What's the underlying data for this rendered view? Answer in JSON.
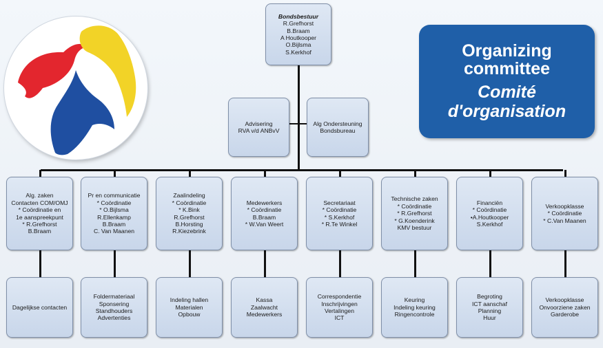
{
  "logo": {
    "name": "three-birds-logo",
    "colors": [
      "#e3262e",
      "#f2d327",
      "#1f4fa1"
    ]
  },
  "committee": {
    "en_line1": "Organizing",
    "en_line2": "committee",
    "fr_line1": "Comité",
    "fr_line2": "d'organisation",
    "color": "#1f5fa8"
  },
  "board": {
    "title": "Bondsbestuur",
    "members": [
      "R.Grefhorst",
      "B.Braam",
      "A Houtkooper",
      "O.Bijlsma",
      "S.Kerkhof"
    ]
  },
  "advice": {
    "lines": [
      "Advisering",
      "RVA v/d ANBvV"
    ]
  },
  "support": {
    "lines": [
      "Alg Ondersteuning",
      "Bondsbureau"
    ]
  },
  "departments": [
    {
      "lines": [
        "Alg. zaken",
        "Contacten COM/OMJ",
        "* Coördinatie en",
        "1e aanspreekpunt",
        "* R.Grefhorst",
        "B.Braam"
      ]
    },
    {
      "lines": [
        "Pr en communicatie",
        "* Coördinatie",
        "* O.Bijlsma",
        "R.Ellenkamp",
        "B.Braam",
        "C. Van Maanen"
      ]
    },
    {
      "lines": [
        "Zaalindeling",
        "* Coördinatie",
        "* K.Bink",
        "R.Grefhorst",
        "B.Horsting",
        "R.Kiezebrink"
      ]
    },
    {
      "lines": [
        "Medewerkers",
        "* Coördinatie",
        "B.Braam",
        "* W.Van Weert"
      ]
    },
    {
      "lines": [
        "Secretariaat",
        "* Coördinatie",
        "* S.Kerkhof",
        "* R.Te Winkel"
      ]
    },
    {
      "lines": [
        "Technische zaken",
        "* Coördinatie",
        "* R.Grefhorst",
        "* G.Koenderink",
        "KMV bestuur"
      ]
    },
    {
      "lines": [
        "Financiën",
        "* Coördinatie",
        "•A.Houtkooper",
        "S.Kerkhof"
      ]
    },
    {
      "lines": [
        "Verkoopklasse",
        "* Coördinatie",
        "* C.Van Maanen"
      ]
    }
  ],
  "tasks": [
    {
      "lines": [
        "Dagelijkse contacten"
      ]
    },
    {
      "lines": [
        "Foldermateriaal",
        "Sponsering",
        "Standhouders",
        "Advertenties"
      ]
    },
    {
      "lines": [
        "Indeling hallen",
        "Materialen",
        "Opbouw"
      ]
    },
    {
      "lines": [
        "Kassa",
        "Zaalwacht",
        "Medewerkers"
      ]
    },
    {
      "lines": [
        "Correspondentie",
        "Inschrijvingen",
        "Vertalingen",
        "ICT"
      ]
    },
    {
      "lines": [
        "Keuring",
        "Indeling keuring",
        "Ringencontrole"
      ]
    },
    {
      "lines": [
        "Begroting",
        "ICT aanschaf",
        "Planning",
        "Huur"
      ]
    },
    {
      "lines": [
        "Verkoopklasse",
        "Onvoorziene zaken",
        "Garderobe"
      ]
    }
  ]
}
